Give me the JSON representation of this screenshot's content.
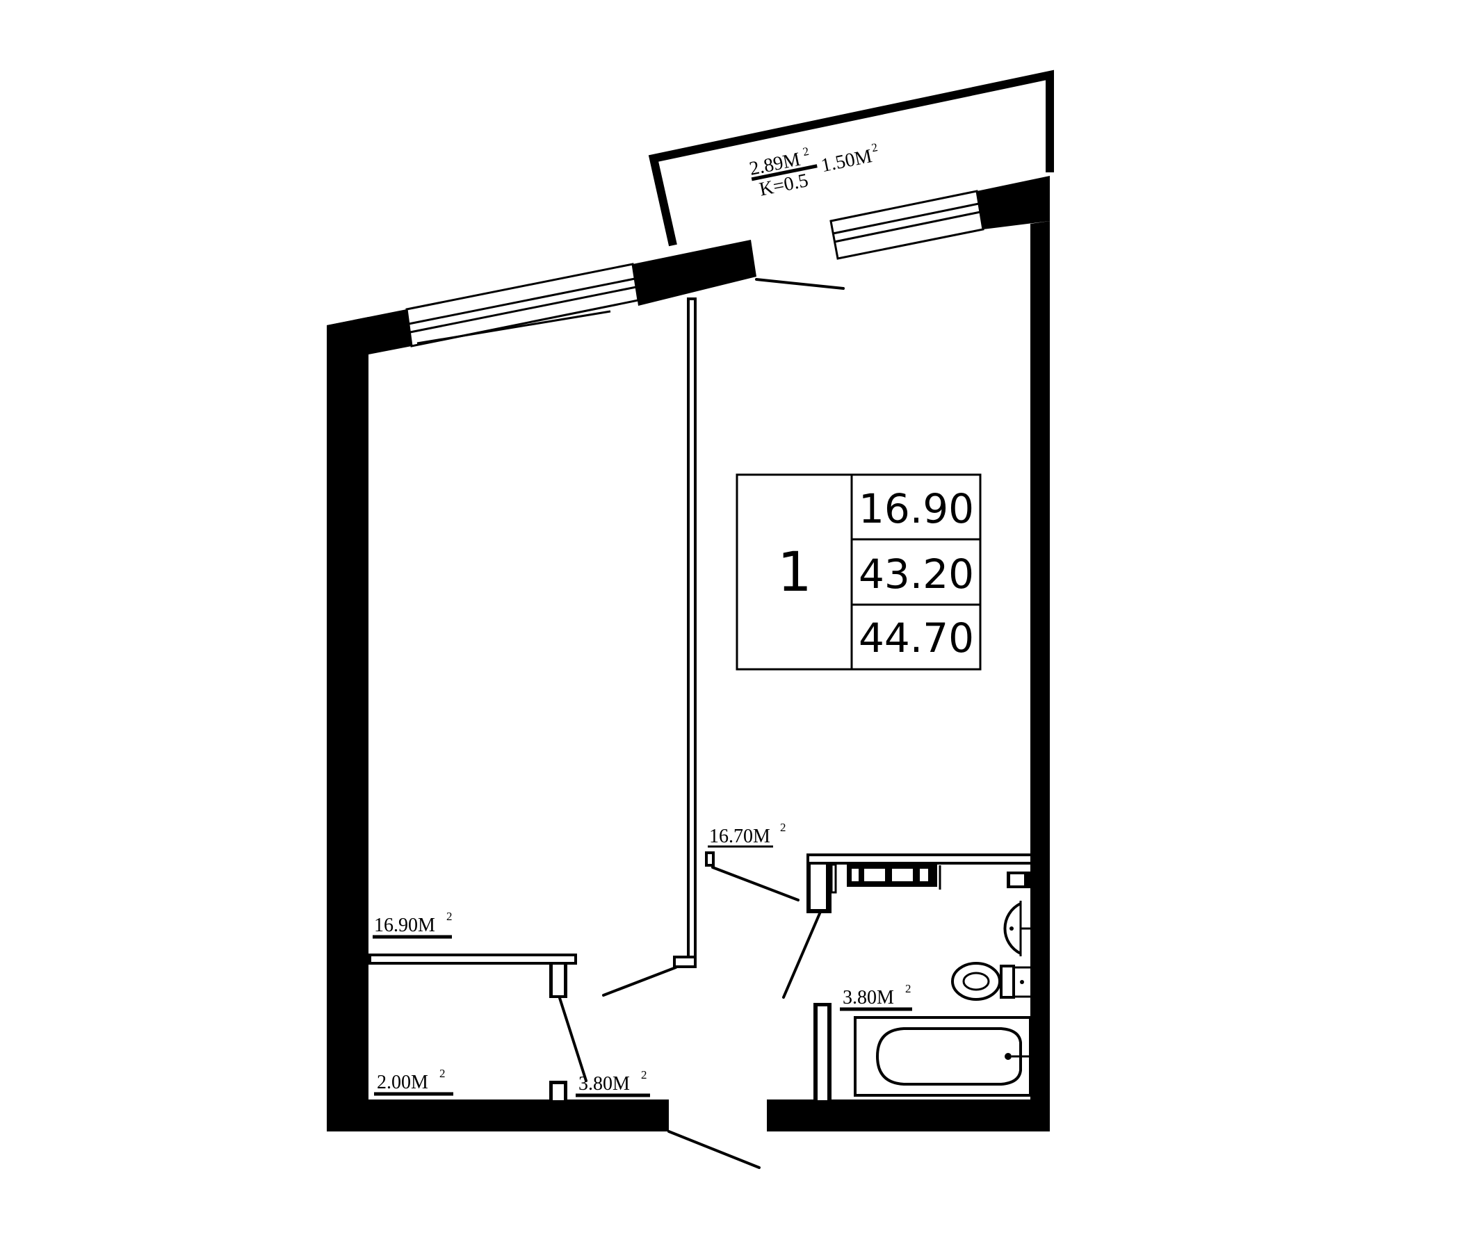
{
  "plan": {
    "rooms": {
      "loggia": {
        "area": "2.89",
        "coef_line": "K=0.5",
        "adjusted": "1.50",
        "unit": "M"
      },
      "bedroom": {
        "area": "16.90",
        "unit": "M"
      },
      "living": {
        "area": "16.70",
        "unit": "M"
      },
      "wardrobe": {
        "area": "2.00",
        "unit": "M"
      },
      "hall": {
        "area": "3.80",
        "unit": "M"
      },
      "bathroom": {
        "area": "3.80",
        "unit": "M"
      }
    },
    "info_box": {
      "rooms_count": "1",
      "living_area": "16.90",
      "total_area": "43.20",
      "total_with_loggia": "44.70"
    },
    "colors": {
      "ink": "#000000",
      "paper": "#ffffff"
    }
  }
}
